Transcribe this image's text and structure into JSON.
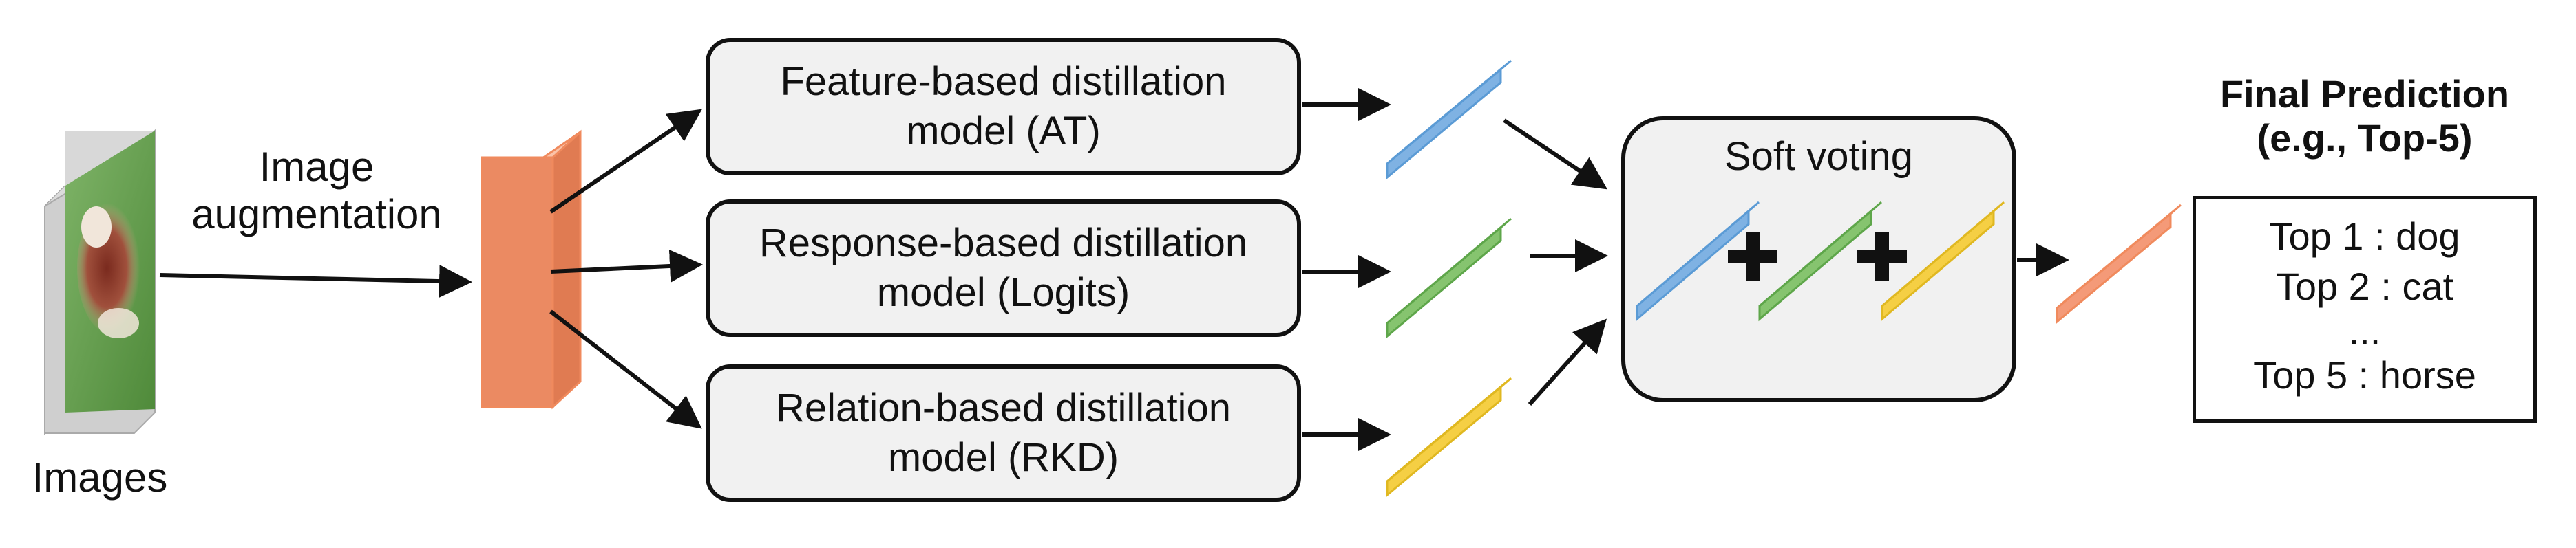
{
  "labels": {
    "images": "Images",
    "augmentation_line1": "Image",
    "augmentation_line2": "augmentation"
  },
  "models": [
    {
      "line1": "Feature-based distillation",
      "line2": "model (AT)"
    },
    {
      "line1": "Response-based distillation",
      "line2": "model (Logits)"
    },
    {
      "line1": "Relation-based distillation",
      "line2": "model (RKD)"
    }
  ],
  "voting": {
    "title": "Soft voting"
  },
  "final": {
    "title_line1": "Final Prediction",
    "title_line2": "(e.g., Top-5)",
    "items": [
      "Top 1 : dog",
      "Top 2 : cat",
      "...",
      "Top 5 : horse"
    ]
  },
  "colors": {
    "blue": "#9ec5ea",
    "green": "#99cf88",
    "yellow": "#f7d86a",
    "orange": "#f7a989",
    "outline": "#111111"
  }
}
